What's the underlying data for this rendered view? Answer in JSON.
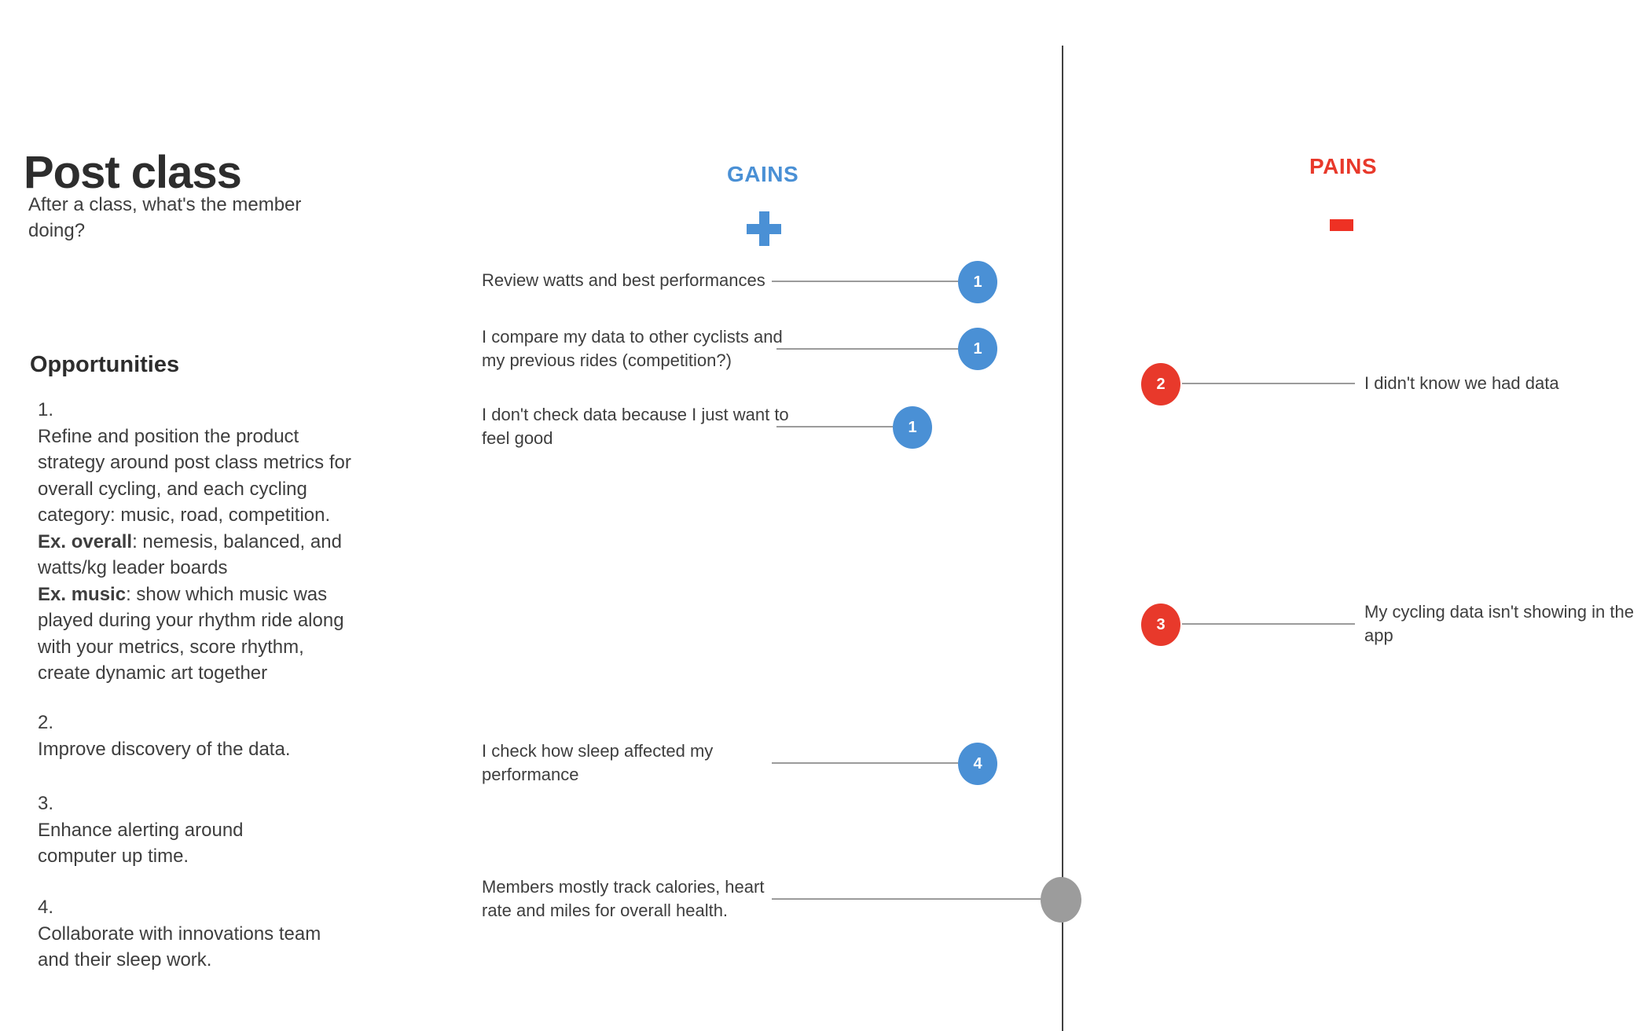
{
  "board": {
    "title": "Post class",
    "subtitle": "After a class, what's the member doing?"
  },
  "opportunities": {
    "heading": "Opportunities",
    "item1": {
      "number": "1.",
      "text": "Refine and position the product strategy around post class metrics for overall cycling, and each cycling category: music, road, competition.",
      "ex_overall_label": "Ex. overall",
      "ex_overall_rest": ": nemesis, balanced, and watts/kg leader boards",
      "ex_music_label": "Ex. music",
      "ex_music_rest": ": show which music was played during your rhythm ride along with your metrics, score rhythm, create dynamic art together"
    },
    "item2": {
      "number": "2.",
      "text": "Improve discovery of the data."
    },
    "item3": {
      "number": "3.",
      "text": "Enhance alerting around computer up time."
    },
    "item4": {
      "number": "4.",
      "text": "Collaborate with innovations team and their sleep work."
    }
  },
  "gains": {
    "heading": "GAINS",
    "plus_symbol": "plus-icon",
    "items": [
      {
        "text": "Review watts and best performances",
        "badge": "1"
      },
      {
        "text": "I compare my data to other cyclists and my previous rides (competition?)",
        "badge": "1"
      },
      {
        "text": "I don't check data because I just want to feel good",
        "badge": "1"
      },
      {
        "text": "I check how sleep affected my performance",
        "badge": "4"
      },
      {
        "text": "Members mostly track calories, heart rate and miles for overall health.",
        "badge": ""
      }
    ]
  },
  "pains": {
    "heading": "PAINS",
    "minus_symbol": "minus-icon",
    "items": [
      {
        "badge": "2",
        "text": "I didn't know we had data"
      },
      {
        "badge": "3",
        "text": "My cycling data isn't showing in the app"
      }
    ]
  },
  "colors": {
    "gain_blue": "#4a90d5",
    "pain_red": "#e8392b",
    "neutral_gray": "#9c9c9c",
    "divider_dark": "#414141",
    "connector_gray": "#9b9b9b",
    "text_dark": "#3e3e3e"
  }
}
